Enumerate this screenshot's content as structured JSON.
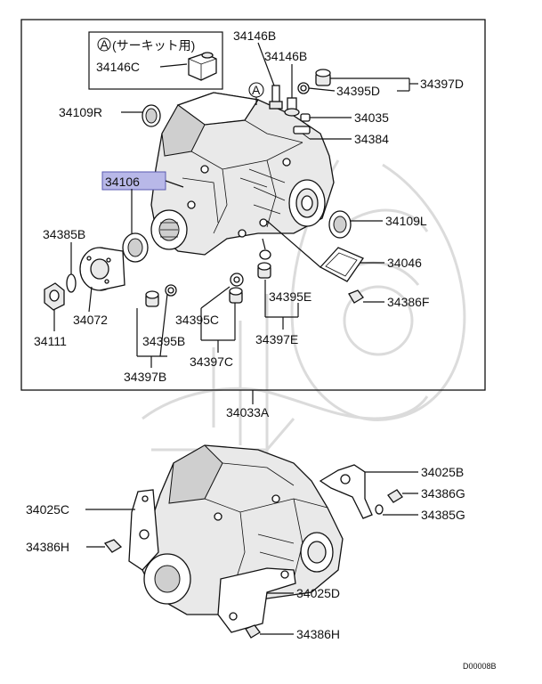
{
  "diagram": {
    "highlight_color": "#b8b8e8",
    "footer_code": "D00008B",
    "inset": {
      "marker": "A",
      "note": "(サーキット用)",
      "part": "34146C"
    },
    "callout_marker": "A",
    "labels": {
      "p34146B_top": "34146B",
      "p34146B": "34146B",
      "p34109R": "34109R",
      "p34395D": "34395D",
      "p34397D": "34397D",
      "p34035": "34035",
      "p34384": "34384",
      "p34106": "34106",
      "p34109L": "34109L",
      "p34385B": "34385B",
      "p34046": "34046",
      "p34395E": "34395E",
      "p34386F": "34386F",
      "p34072": "34072",
      "p34395C": "34395C",
      "p34111": "34111",
      "p34395B": "34395B",
      "p34397E": "34397E",
      "p34397C": "34397C",
      "p34397B": "34397B",
      "p34033A": "34033A",
      "p34025B": "34025B",
      "p34386G": "34386G",
      "p34025C": "34025C",
      "p34385G": "34385G",
      "p34386H_left": "34386H",
      "p34025D": "34025D",
      "p34386H_bottom": "34386H"
    }
  }
}
